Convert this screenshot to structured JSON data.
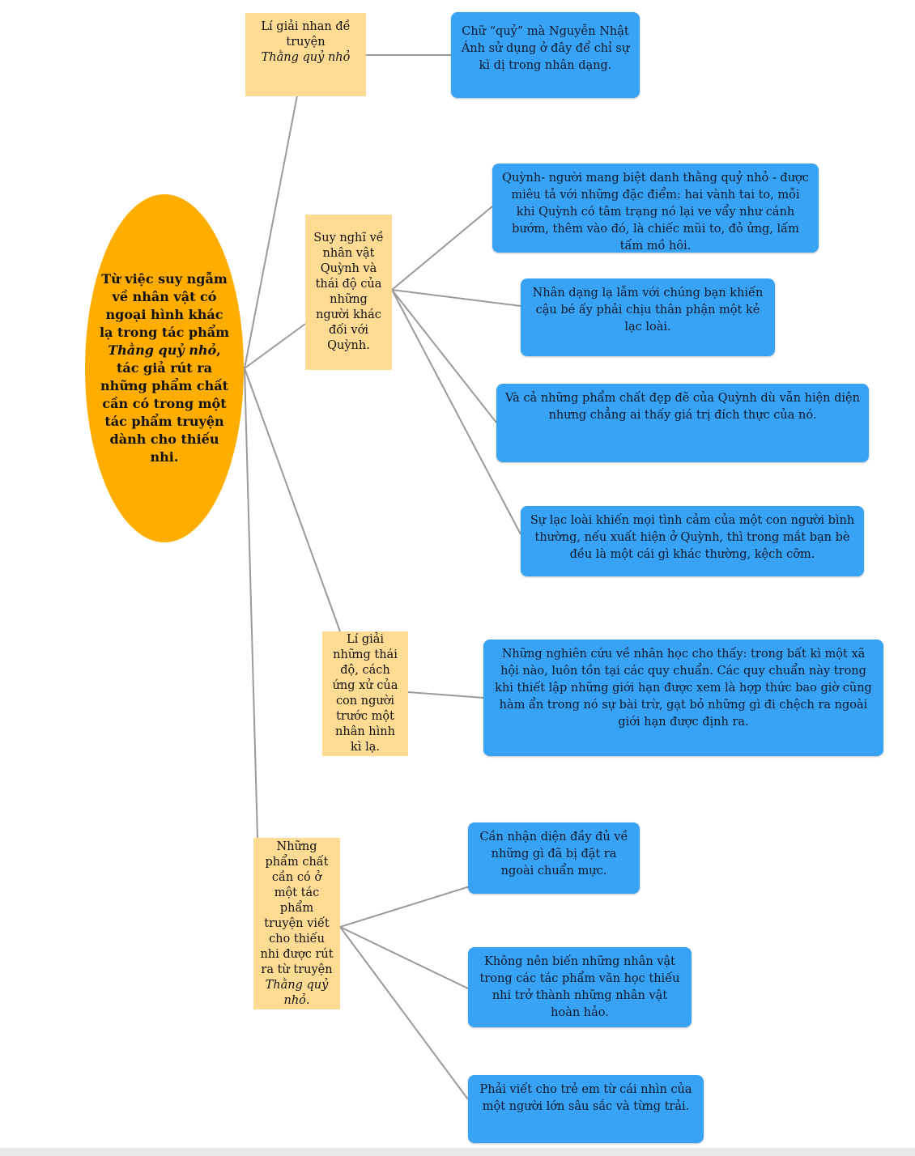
{
  "root": {
    "before": "Từ việc suy ngẫm về nhân vật có ngoại hình khác lạ trong tác phẩm ",
    "italic": "Thằng quỷ nhỏ",
    "after": ", tác giả rút ra những phẩm chất cần có trong một tác phẩm truyện dành cho thiếu nhi."
  },
  "branches": [
    {
      "label": "Lí giải nhan đề truyện",
      "label_italic": "Thằng quỷ nhỏ",
      "leaves": [
        "Chữ “quỷ” mà Nguyễn Nhật Ánh sử dụng ở đây để chỉ sự kì dị trong nhân dạng."
      ]
    },
    {
      "label": "Suy nghĩ về nhân vật Quỳnh và thái độ của những người khác đối với Quỳnh.",
      "leaves": [
        "Quỳnh- người mang biệt danh thằng quỷ nhỏ - được miêu tả với những đặc điểm: hai vành tai to, mỗi khi Quỳnh có tâm trạng nó lại ve vẩy như cánh bướm, thêm vào đó, là chiếc mũi to, đỏ ửng, lấm tấm mồ hôi.",
        "Nhân dạng lạ lẫm với chúng bạn khiến cậu bé ấy phải chịu thân phận một kẻ lạc loài.",
        "Và cả những phẩm chất đẹp đẽ của Quỳnh dù vẫn hiện diện nhưng chẳng ai thấy giá trị đích thực của nó.",
        "Sự lạc loài khiến mọi tình cảm của một con người bình thường, nếu xuất hiện ở Quỳnh, thì trong mắt bạn bè đều là một cái gì khác thường, kệch cỡm."
      ]
    },
    {
      "label": "Lí giải những thái độ, cách ứng xử của con người trước một nhân hình kì lạ.",
      "leaves": [
        "Những nghiên cứu về nhân học cho thấy: trong bất kì một xã hội nào, luôn tồn tại các quy chuẩn. Các quy chuẩn này trong khi thiết lập những giới hạn được xem là hợp thức bao giờ cũng hàm ẩn trong nó sự bài trừ, gạt bỏ những gì đi chệch ra ngoài giới hạn được định ra."
      ]
    },
    {
      "label": "Những phẩm chất cần có ở một tác phẩm truyện viết cho thiếu nhi được rút ra từ truyện",
      "label_italic": "Thằng quỷ nhỏ.",
      "leaves": [
        "Cần nhận diện đầy đủ về những gì đã bị đặt ra ngoài chuẩn mực.",
        "Không nên biến những nhân vật trong các tác phẩm văn học thiếu nhi trở thành những nhân vật hoàn hảo.",
        "Phải viết cho trẻ em từ cái nhìn của một người lớn sâu sắc và từng trải."
      ]
    }
  ],
  "colors": {
    "root": "#ffad00",
    "branch": "#ffdb94",
    "leaf": "#38a2f5",
    "connector": "#9a9a9a"
  }
}
